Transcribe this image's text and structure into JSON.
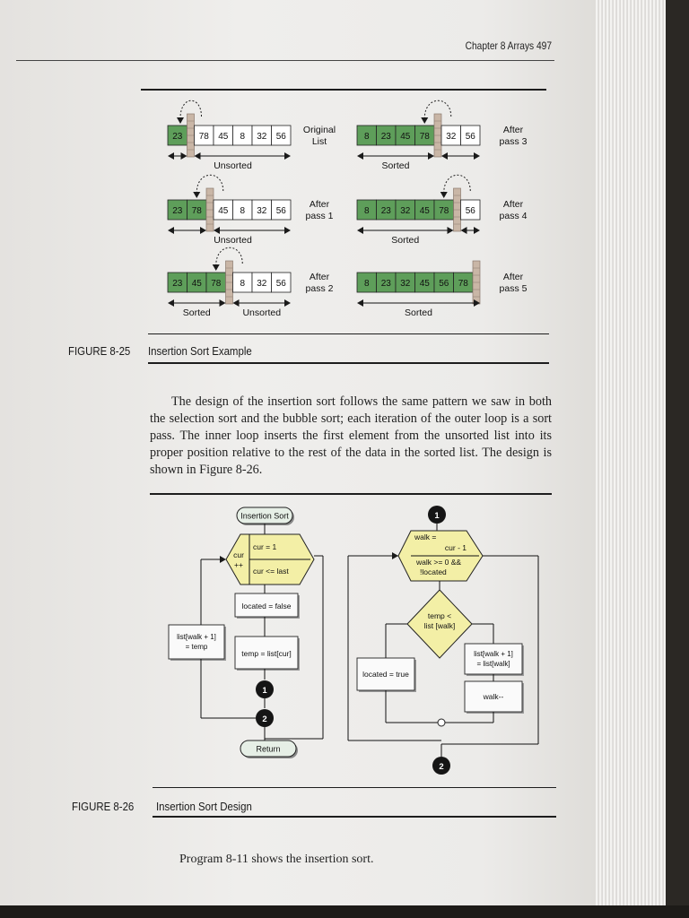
{
  "header": {
    "text": "Chapter 8 Arrays 497"
  },
  "figure_825": {
    "label": "FIGURE 8-25",
    "title": "Insertion Sort Example",
    "panels": [
      {
        "values": [
          "23",
          "78",
          "45",
          "8",
          "32",
          "56"
        ],
        "caption": [
          "Original",
          "List"
        ],
        "left_label": "",
        "right_label": "Unsorted"
      },
      {
        "values": [
          "23",
          "78",
          "45",
          "8",
          "32",
          "56"
        ],
        "caption": [
          "After",
          "pass 1"
        ],
        "left_label": "",
        "right_label": "Unsorted"
      },
      {
        "values": [
          "23",
          "45",
          "78",
          "8",
          "32",
          "56"
        ],
        "caption": [
          "After",
          "pass 2"
        ],
        "left_label": "Sorted",
        "right_label": "Unsorted"
      },
      {
        "values": [
          "8",
          "23",
          "45",
          "78",
          "32",
          "56"
        ],
        "caption": [
          "After",
          "pass 3"
        ],
        "left_label": "Sorted",
        "right_label": ""
      },
      {
        "values": [
          "8",
          "23",
          "32",
          "45",
          "78",
          "56"
        ],
        "caption": [
          "After",
          "pass 4"
        ],
        "left_label": "Sorted",
        "right_label": ""
      },
      {
        "values": [
          "8",
          "23",
          "32",
          "45",
          "56",
          "78"
        ],
        "caption": [
          "After",
          "pass 5"
        ],
        "left_label": "Sorted",
        "right_label": ""
      }
    ],
    "sorted_color": "#5e9e5a",
    "wall_color": "#c9b6a6"
  },
  "paragraph": "The design of the insertion sort follows the same pattern we saw in both the selection sort and the bubble sort; each iteration of the outer loop is a sort pass. The inner loop inserts the first element from the unsorted list into its proper position relative to the rest of the data in the sorted list. The design is shown in Figure 8-26.",
  "figure_826": {
    "label": "FIGURE 8-26",
    "title": "Insertion Sort Design",
    "flow_left": {
      "start": "Insertion Sort",
      "loop_var": [
        "cur",
        "++"
      ],
      "loop_init": "cur = 1",
      "loop_cond": "cur <= last",
      "step1": "located = false",
      "step2": "temp = list[cur]",
      "side": [
        "list[walk + 1]",
        "= temp"
      ],
      "connector1": "1",
      "connector2": "2",
      "end": "Return"
    },
    "flow_right": {
      "connector_top": "1",
      "loop_init": [
        "walk =",
        "cur - 1"
      ],
      "loop_cond": [
        "walk >= 0 &&",
        "!located"
      ],
      "decision": [
        "temp <",
        "list [walk]"
      ],
      "yes_step": [
        "list[walk + 1]",
        "= list[walk]"
      ],
      "yes_step2": "walk--",
      "no_step": "located = true",
      "connector_bottom": "2"
    },
    "shape_fill": "#f3efa6"
  },
  "footer": "Program 8-11 shows the insertion sort."
}
